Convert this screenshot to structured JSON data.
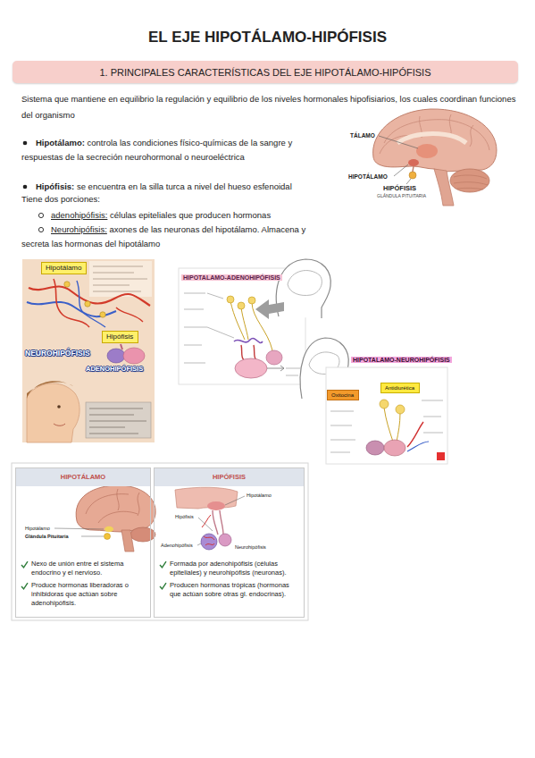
{
  "diagram": {
    "title": "EL EJE HIPOTÁLAMO-HIPÓFISIS",
    "nodes": [
      {
        "text": [
          "1. PRINCIPALES CARACTERÍSTICAS DEL EJE HIPOTÁLAMO-HIPÓFISIS"
        ]
      },
      {
        "text": [
          "Hipotálamo"
        ]
      },
      {
        "text": [
          "Hipófisis"
        ]
      },
      {
        "text": [
          "Oxitocina"
        ]
      },
      {
        "text": [
          "Antidiurética"
        ]
      },
      {
        "text": [
          "HIPOTÁLAMO",
          "Nexo de unión entre el sistema endocrino y el nervioso.",
          "Produce hormonas liberadoras o inhibidoras que actúan sobre adenohipófisis."
        ]
      },
      {
        "text": [
          "HIPÓFISIS",
          "Formada por adenohipófisis (células epiteliales) y neurohipófisis (neuronas).",
          "Producen hormonas trópicas (hormonas que actúan sobre otras gl. endocrinas)."
        ]
      }
    ],
    "labels": [
      "Sistema que mantiene en equilibrio la regulación y equilibrio de los niveles hormonales hipofisiarios, los cuales coordinan funciones del organismo",
      "Hipotálamo:",
      "controla las condiciones físico-químicas de la sangre y respuestas de la secreción neurohormonal o neuroeléctrica",
      "Hipófisis:",
      "se encuentra en la silla turca a nivel del hueso esfenoidal",
      "Tiene dos porciones:",
      "adenohipófisis:",
      "células epiteliales que producen hormonas",
      "Neurohipófisis:",
      "axones de las neuronas del hipotálamo. Almacena y secreta las hormonas del hipotálamo",
      "TÁLAMO",
      "HIPOTÁLAMO",
      "HIPÓFISIS",
      "GLÁNDULA PITUITARIA",
      "NEUROHIPÓFISIS",
      "ADENOHIPÓFISIS",
      "Hipotálamo",
      "Glándula Pituitaria",
      "Hipotálamo",
      "Hipófisis",
      "Adenohipófisis",
      "Neurohipófisis",
      "HIPOTALAMO-ADENOHIPÓFISIS",
      "HIPOTALAMO-NEUROHIPÓFISIS"
    ]
  }
}
